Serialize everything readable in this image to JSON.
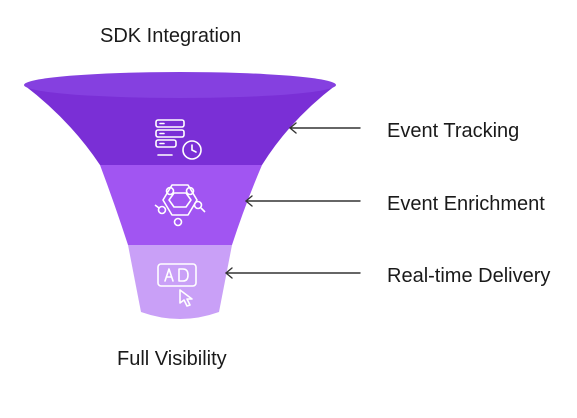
{
  "diagram": {
    "top_label": "SDK Integration",
    "bottom_label": "Full Visibility",
    "stages": [
      {
        "label": "Event Tracking",
        "icon": "server-clock-icon",
        "color": "#7a2fd6"
      },
      {
        "label": "Event Enrichment",
        "icon": "hexagon-network-icon",
        "color": "#a155f2"
      },
      {
        "label": "Real-time Delivery",
        "icon": "ad-click-icon",
        "color": "#c9a0f7"
      }
    ],
    "colors": {
      "rim": "#8540e0",
      "arrow": "#333333",
      "icon": "#ffffff"
    }
  }
}
